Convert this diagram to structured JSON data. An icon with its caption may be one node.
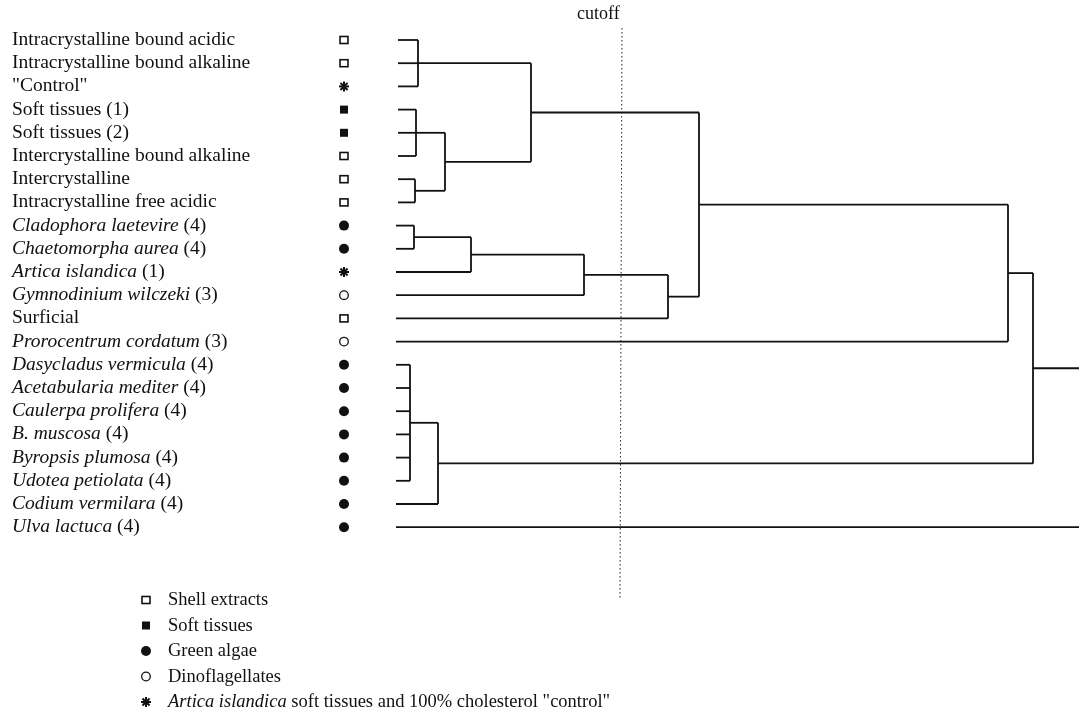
{
  "diagram": {
    "labels": [
      "cutoff",
      "Intracrystalline bound acidic",
      "Intracrystalline bound alkaline",
      "\"Control\"",
      "Soft tissues (1)",
      "Soft tissues (2)",
      "Intercrystalline bound alkaline",
      "Intercrystalline",
      "Intracrystalline free acidic",
      "*Cladophora laetevire* (4)",
      "*Chaetomorpha aurea* (4)",
      "*Artica islandica* (1)",
      "*Gymnodinium wilczeki* (3)",
      "Surficial",
      "*Prorocentrum cordatum* (3)",
      "*Dasycladus vermicula* (4)",
      "*Acetabularia mediter* (4)",
      "*Caulerpa prolifera* (4)",
      "*B. muscosa* (4)",
      "*Byropsis plumosa* (4)",
      "*Udotea petiolata* (4)",
      "*Codium vermilara* (4)",
      "*Ulva lactuca* (4)"
    ],
    "legend": [
      {
        "text": "Shell extracts"
      },
      {
        "text": "Soft tissues"
      },
      {
        "text": "Green algae"
      },
      {
        "text": "Dinoflagellates"
      },
      {
        "text": "*Artica islandica* soft tissues and 100% cholesterol \"control\""
      }
    ]
  }
}
